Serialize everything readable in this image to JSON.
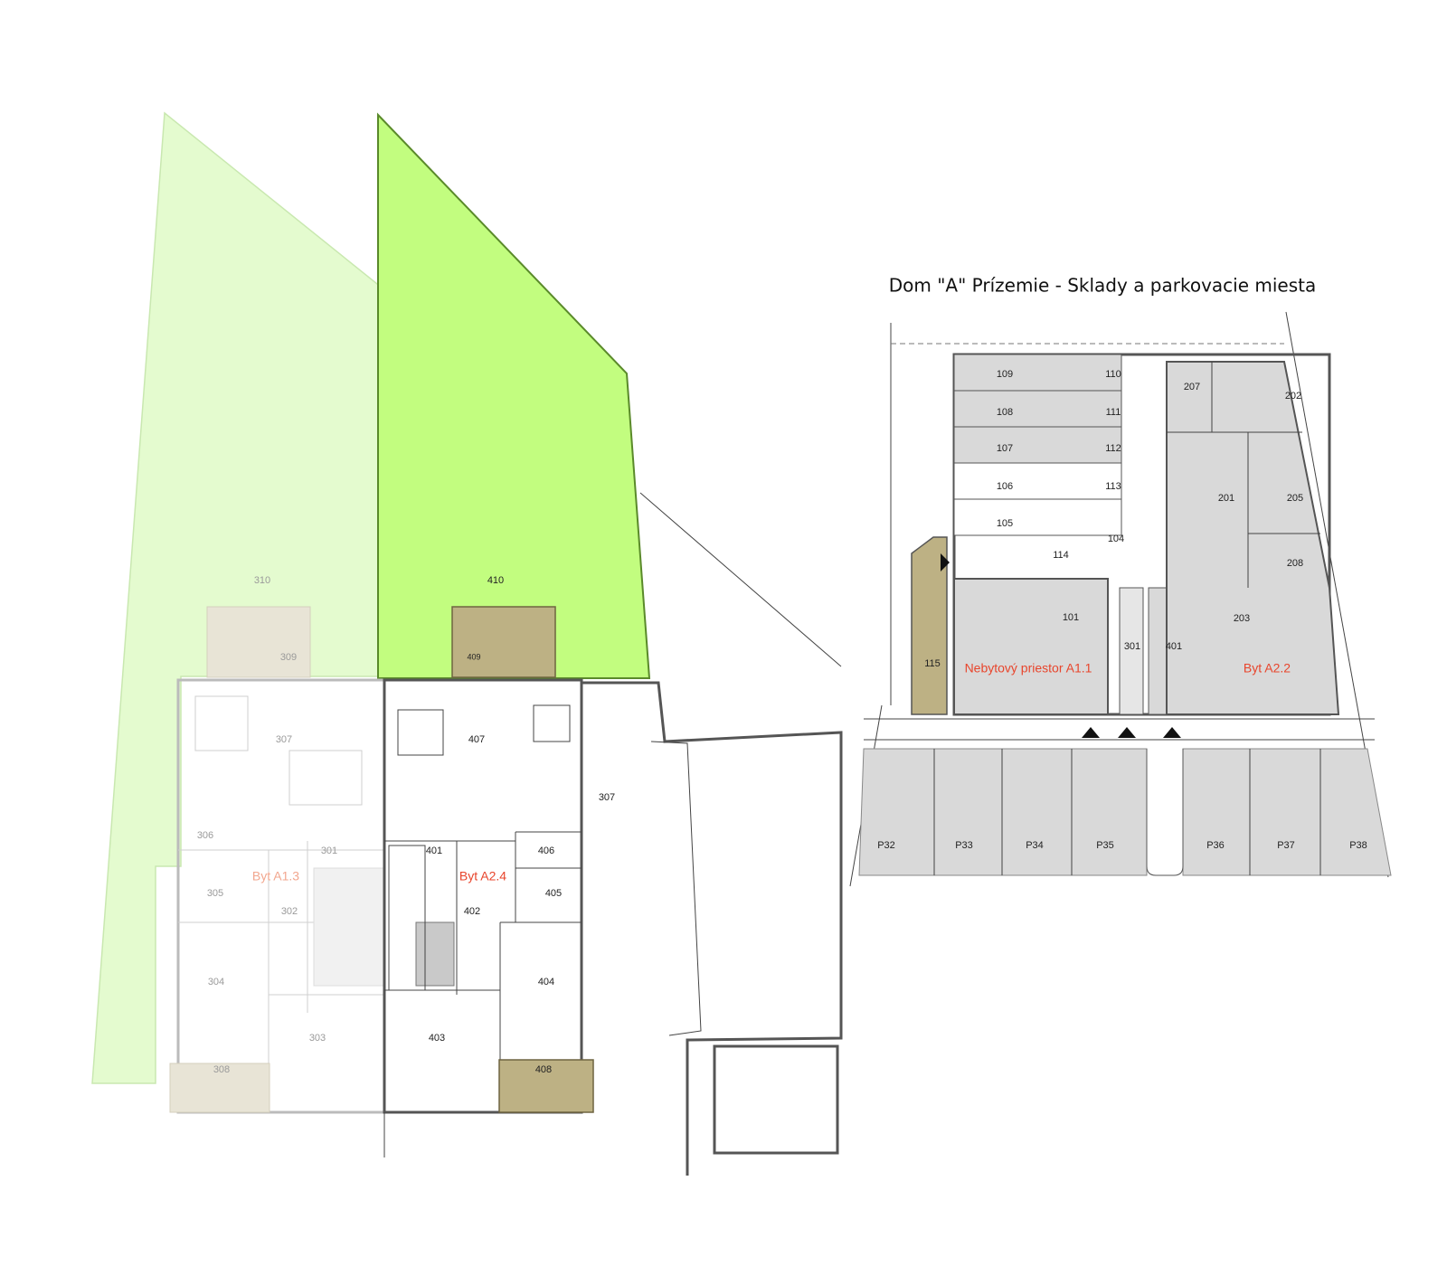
{
  "title": "Dom \"A\"  Prízemie - Sklady a parkovacie miesta",
  "colors": {
    "garden_active": "#c2fd7f",
    "garden_faded": "#e4fbcf",
    "terrace_active": "#bdb184",
    "terrace_faded": "#e8e4d6",
    "room_grey": "#d9d9d9",
    "label_red": "#e8452c"
  },
  "left_plan": {
    "unit_labels": [
      "Byt A1.3",
      "Byt A2.4"
    ],
    "rooms": [
      "310",
      "309",
      "410",
      "409",
      "307",
      "407",
      "307",
      "306",
      "301",
      "401",
      "305",
      "302",
      "402",
      "406",
      "405",
      "304",
      "303",
      "403",
      "404",
      "308",
      "408"
    ]
  },
  "right_plan": {
    "unit_labels": [
      "Nebytový priestor A1.1",
      "Byt A2.2"
    ],
    "rooms": [
      "109",
      "110",
      "207",
      "202",
      "108",
      "111",
      "107",
      "112",
      "106",
      "113",
      "201",
      "205",
      "105",
      "104",
      "114",
      "208",
      "101",
      "301",
      "401",
      "203",
      "115"
    ],
    "parking": [
      "P32",
      "P33",
      "P34",
      "P35",
      "P36",
      "P37",
      "P38"
    ]
  }
}
